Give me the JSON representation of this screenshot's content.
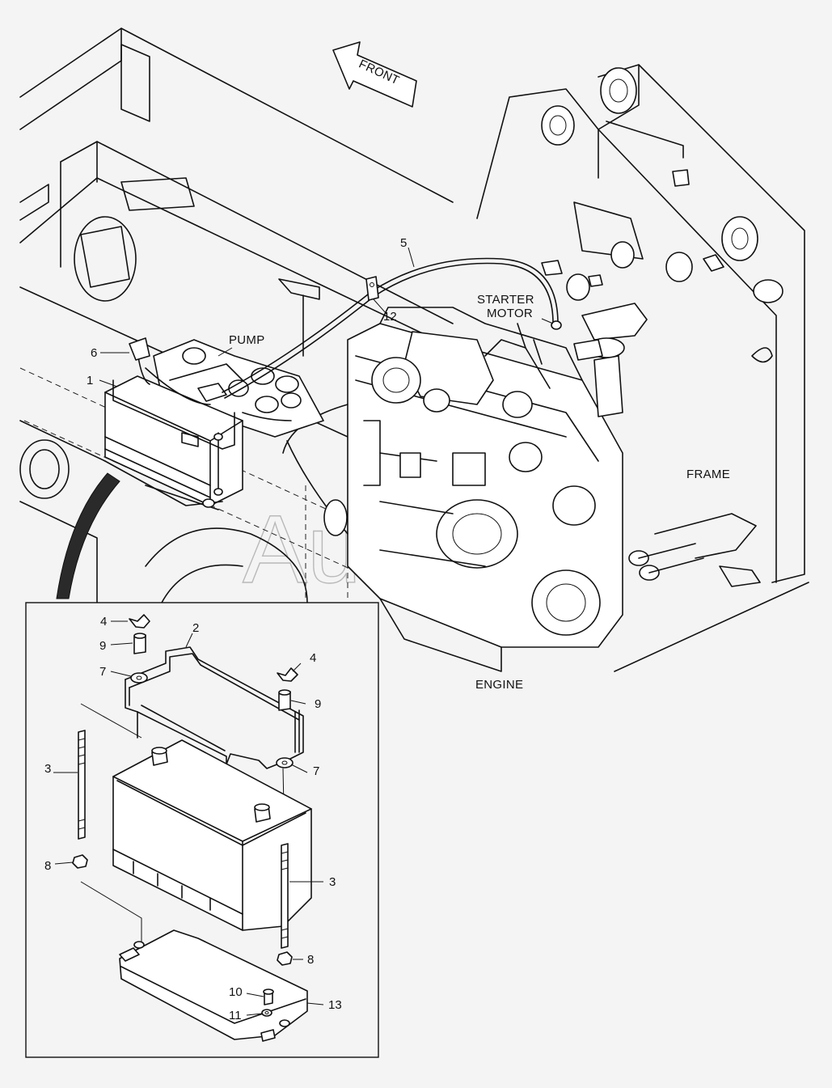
{
  "watermark": "AutoSoft",
  "labels": {
    "front": "FRONT",
    "starter_motor_line1": "STARTER",
    "starter_motor_line2": "MOTOR",
    "pump": "PUMP",
    "frame": "FRAME",
    "engine": "ENGINE"
  },
  "callouts": {
    "main_1": "1",
    "main_5": "5",
    "main_6": "6",
    "main_12": "12",
    "detail_2": "2",
    "detail_3_left": "3",
    "detail_3_right": "3",
    "detail_4_left": "4",
    "detail_4_right": "4",
    "detail_7_left": "7",
    "detail_7_right": "7",
    "detail_8_left": "8",
    "detail_8_right": "8",
    "detail_9_left": "9",
    "detail_9_right": "9",
    "detail_10": "10",
    "detail_11": "11",
    "detail_13": "13"
  }
}
